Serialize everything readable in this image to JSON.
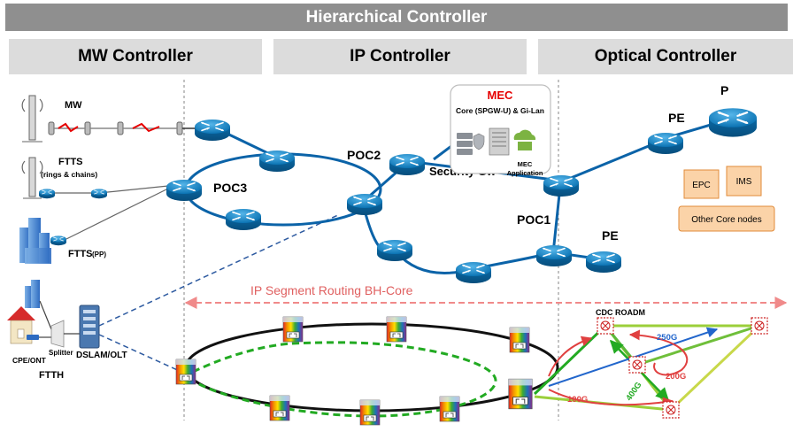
{
  "header": {
    "title": "Hierarchical Controller"
  },
  "controllers": {
    "mw": "MW Controller",
    "ip": "IP Controller",
    "optical": "Optical Controller"
  },
  "access": {
    "mw": "MW",
    "ftts_rings_line1": "FTTS",
    "ftts_rings_line2": "(rings & chains)",
    "ftts_pp": "FTTS",
    "ftts_pp_suffix": "(PP)",
    "cpe": "CPE/ONT",
    "splitter": "Splitter",
    "dslam": "DSLAM/OLT",
    "ftth": "FTTH"
  },
  "ip": {
    "poc3": "POC3",
    "poc2": "POC2",
    "poc1": "POC1",
    "security_gw": "Security Gw",
    "pe_upper": "PE",
    "pe_lower": "PE",
    "p": "P"
  },
  "mec": {
    "title": "MEC",
    "subtitle": "Core (SPGW-U) & Gi-Lan",
    "app_line1": "MEC",
    "app_line2": "Application"
  },
  "core": {
    "epc": "EPC",
    "ims": "IMS",
    "other": "Other Core nodes"
  },
  "segment_routing": {
    "label": "IP Segment Routing BH-Core"
  },
  "optical": {
    "cdc_roadm": "CDC ROADM",
    "link_250g": "250G",
    "link_200g": "200G",
    "link_400g": "400G",
    "link_100g": "100G"
  },
  "colors": {
    "header_bg": "#8f8f8f",
    "controller_bg": "#dcdcdc",
    "router_blue": "#0e7fbf",
    "mec_red": "#e60000",
    "core_box": "#fbd3a8",
    "segment_arrow": "#f08a8a",
    "ring_green": "#22aa22"
  }
}
